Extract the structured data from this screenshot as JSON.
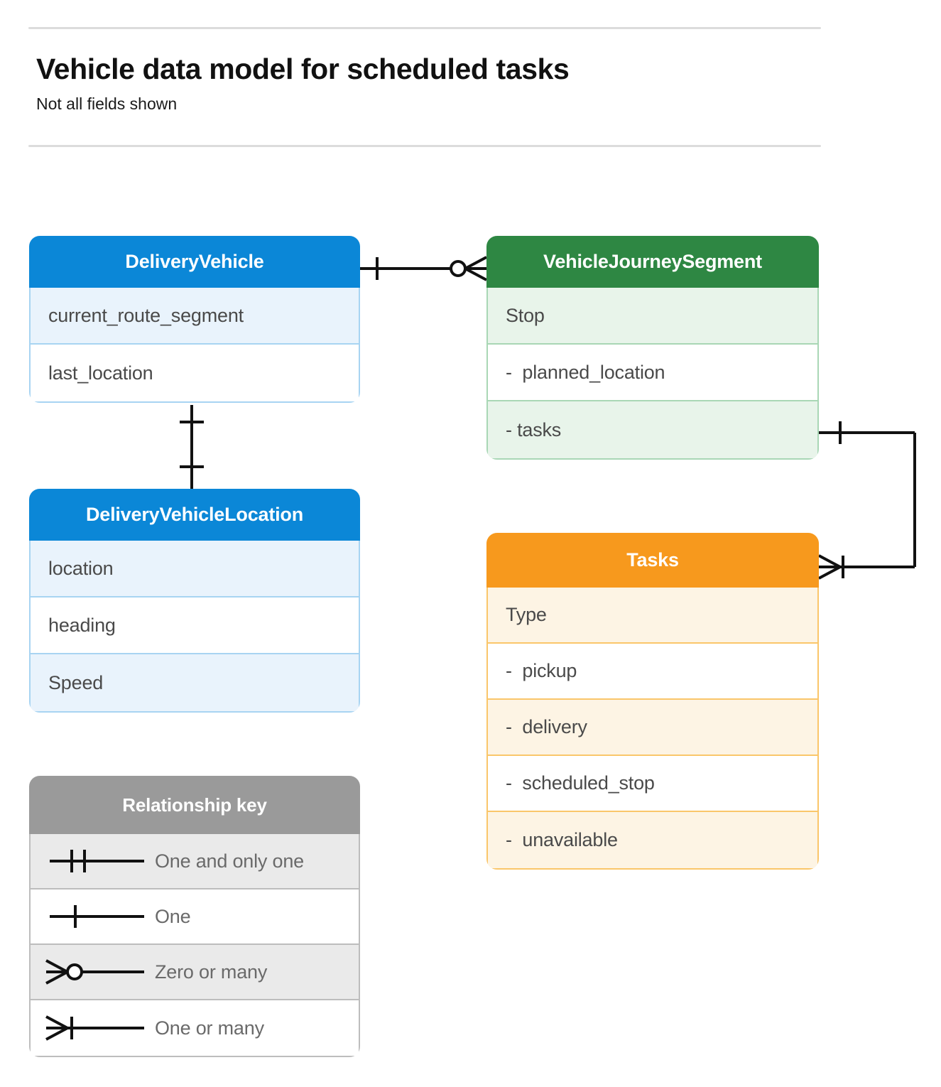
{
  "header": {
    "title": "Vehicle data model for scheduled tasks",
    "subtitle": "Not all fields shown"
  },
  "entities": [
    {
      "id": "delivery-vehicle",
      "name": "DeliveryVehicle",
      "color": "#0b87d7",
      "rows": [
        "current_route_segment",
        "last_location"
      ]
    },
    {
      "id": "vehicle-journey-segment",
      "name": "VehicleJourneySegment",
      "color": "#2e8743",
      "rows": [
        "Stop",
        "-  planned_location",
        "- tasks"
      ]
    },
    {
      "id": "delivery-vehicle-location",
      "name": "DeliveryVehicleLocation",
      "color": "#0b87d7",
      "rows": [
        "location",
        "heading",
        "Speed"
      ]
    },
    {
      "id": "tasks",
      "name": "Tasks",
      "color": "#f7991d",
      "rows": [
        "Type",
        "-  pickup",
        "-  delivery",
        "-  scheduled_stop",
        "-  unavailable"
      ]
    }
  ],
  "legend": {
    "title": "Relationship key",
    "color": "#9a9a9a",
    "items": [
      {
        "icon": "one-and-only-one-icon",
        "label": "One and only one"
      },
      {
        "icon": "one-icon",
        "label": "One"
      },
      {
        "icon": "zero-or-many-icon",
        "label": "Zero or many"
      },
      {
        "icon": "one-or-many-icon",
        "label": "One or many"
      }
    ]
  },
  "relationships": [
    {
      "from": "delivery-vehicle",
      "to": "vehicle-journey-segment",
      "from_cardinality": "One",
      "to_cardinality": "Zero or many"
    },
    {
      "from": "delivery-vehicle",
      "to": "delivery-vehicle-location",
      "from_cardinality": "One",
      "to_cardinality": "One"
    },
    {
      "from": "vehicle-journey-segment",
      "to": "tasks",
      "from_cardinality": "One",
      "to_cardinality": "One or many"
    }
  ]
}
